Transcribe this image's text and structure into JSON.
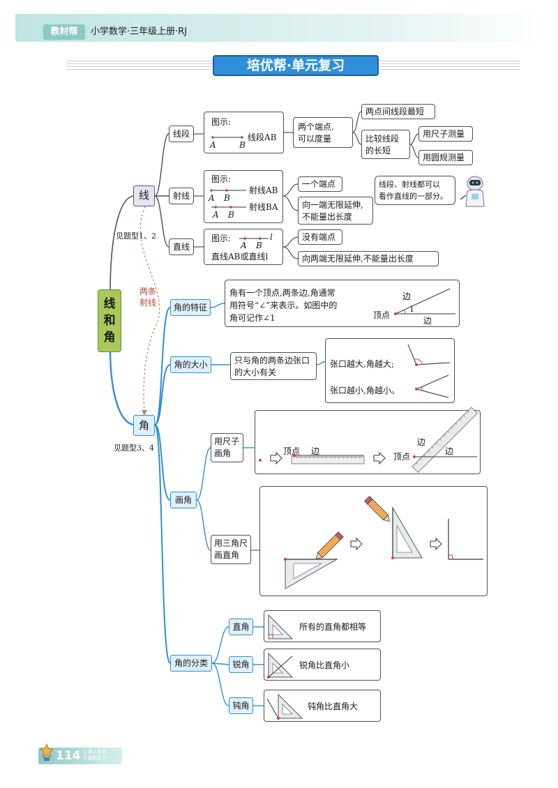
{
  "header": {
    "brand": "教材帮",
    "book": "小学数学·三年级上册·RJ",
    "banner": "培优帮·单元复习"
  },
  "colors": {
    "accent_blue": "#2d8fd6",
    "root_green": "#a8c95a",
    "banner_blue": "#2f8fd8",
    "header_teal": "#cfe9e8"
  },
  "root": {
    "label_chars": [
      "线",
      "和",
      "角"
    ]
  },
  "line": {
    "label": "线",
    "ref": "见题型1、2",
    "segment": {
      "label": "线段",
      "figure_title": "图示:",
      "point_a": "A",
      "point_b": "B",
      "name": "线段AB",
      "feature": [
        "两个端点,",
        "可以度量"
      ],
      "shortest": "两点间线段最短",
      "compare": [
        "比较线段",
        "的长短"
      ],
      "by_ruler": "用尺子测量",
      "by_compass": "用圆规测量"
    },
    "ray": {
      "label": "射线",
      "figure_title": "图示:",
      "point_a": "A",
      "point_b": "B",
      "name_ab": "射线AB",
      "name_ba": "射线BA",
      "feature1": "一个端点",
      "feature2": [
        "向一端无限延伸,",
        "不能量出长度"
      ],
      "robot_note": [
        "线段、射线都可以",
        "看作直线的一部分。"
      ]
    },
    "straight": {
      "label": "直线",
      "figure_title": "图示:",
      "point_a": "A",
      "point_b": "B",
      "point_l": "l",
      "name": "直线AB或直线l",
      "feature1": "没有端点",
      "feature2": "向两端无限延伸,不能量出长度"
    }
  },
  "link_note": [
    "两条",
    "射线"
  ],
  "angle": {
    "label": "角",
    "ref": "见题型3、4",
    "feature": {
      "label": "角的特征",
      "text": [
        "角有一个顶点,两条边,角通常",
        "用符号“∠”来表示。如图中的",
        "角可记作∠1"
      ],
      "edge1": "边",
      "edge2": "边",
      "vertex": "顶点",
      "angle_mark": "1"
    },
    "size": {
      "label": "角的大小",
      "text": [
        "只与角的两条边张口",
        "的大小有关"
      ],
      "bigger": "张口越大,角越大;",
      "smaller": "张口越小,角越小。"
    },
    "draw": {
      "label": "画角",
      "ruler_label": [
        "用尺子",
        "画角"
      ],
      "vertex1": "顶点",
      "edge1": "边",
      "vertex2": "顶点",
      "edge2a": "边",
      "edge2b": "边",
      "triangle_label": [
        "用三角尺",
        "画直角"
      ]
    },
    "classes": {
      "label": "角的分类",
      "right": "直角",
      "right_desc": "所有的直角都相等",
      "acute": "锐角",
      "acute_desc": "锐角比直角小",
      "obtuse": "钝角",
      "obtuse_desc": "钝角比直角大"
    }
  },
  "footer": {
    "page": "114",
    "note": [
      "上课认真听",
      "下课勤复习"
    ]
  }
}
